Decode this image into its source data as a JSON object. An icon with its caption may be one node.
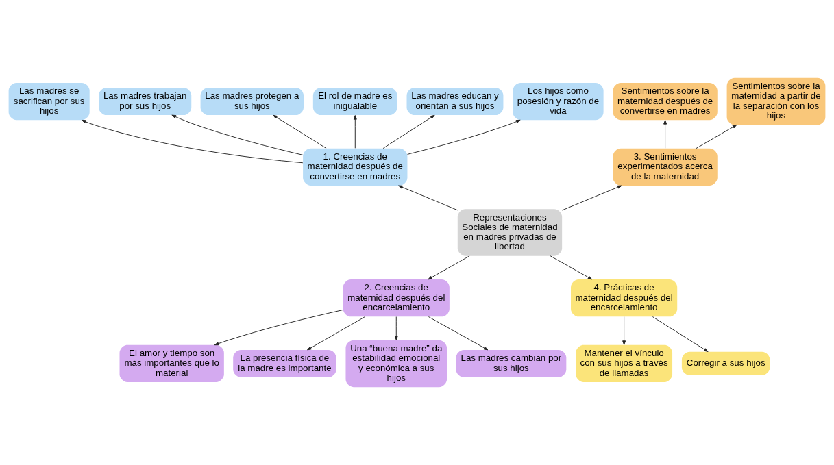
{
  "diagram": {
    "nodes": [
      {
        "text": [
          "Representaciones Sociales de maternidad en madres privadas de libertad"
        ]
      },
      {
        "text": [
          "1. Creencias de maternidad después de convertirse en madres"
        ]
      },
      {
        "text": [
          "Las madres se sacrifican por sus hijos"
        ]
      },
      {
        "text": [
          "Las madres trabajan por sus hijos"
        ]
      },
      {
        "text": [
          "Las madres protegen a sus hijos"
        ]
      },
      {
        "text": [
          "El rol de madre es inigualable"
        ]
      },
      {
        "text": [
          "Las madres educan y orientan a sus hijos"
        ]
      },
      {
        "text": [
          "Los hijos como posesión y razón de vida"
        ]
      },
      {
        "text": [
          "3. Sentimientos experimentados acerca de la maternidad"
        ]
      },
      {
        "text": [
          "Sentimientos sobre la maternidad después de convertirse en madres"
        ]
      },
      {
        "text": [
          "Sentimientos sobre la maternidad a partir de la separación con los hijos"
        ]
      },
      {
        "text": [
          "2. Creencias de maternidad después del encarcelamiento"
        ]
      },
      {
        "text": [
          "El amor y tiempo son más importantes que lo material"
        ]
      },
      {
        "text": [
          "La presencia física de la madre es importante"
        ]
      },
      {
        "text": [
          "Una “buena madre” da estabilidad emocional y económica a sus hijos"
        ]
      },
      {
        "text": [
          "Las madres cambian por sus hijos"
        ]
      },
      {
        "text": [
          "4. Prácticas de maternidad después del encarcelamiento"
        ]
      },
      {
        "text": [
          "Mantener el vínculo con sus hijos a través de llamadas"
        ]
      },
      {
        "text": [
          "Corregir a sus hijos"
        ]
      }
    ],
    "edges": [
      {
        "from": 0,
        "to": 1,
        "arrow": "to"
      },
      {
        "from": 0,
        "to": 8,
        "arrow": "to"
      },
      {
        "from": 0,
        "to": 11,
        "arrow": "to"
      },
      {
        "from": 0,
        "to": 16,
        "arrow": "to"
      },
      {
        "from": 1,
        "to": 2,
        "arrow": "to"
      },
      {
        "from": 1,
        "to": 3,
        "arrow": "to"
      },
      {
        "from": 1,
        "to": 4,
        "arrow": "to"
      },
      {
        "from": 1,
        "to": 5,
        "arrow": "to"
      },
      {
        "from": 1,
        "to": 6,
        "arrow": "to"
      },
      {
        "from": 1,
        "to": 7,
        "arrow": "to"
      },
      {
        "from": 8,
        "to": 9,
        "arrow": "to"
      },
      {
        "from": 8,
        "to": 10,
        "arrow": "to"
      },
      {
        "from": 11,
        "to": 12,
        "arrow": "to"
      },
      {
        "from": 11,
        "to": 13,
        "arrow": "to"
      },
      {
        "from": 11,
        "to": 14,
        "arrow": "to"
      },
      {
        "from": 11,
        "to": 15,
        "arrow": "to"
      },
      {
        "from": 16,
        "to": 17,
        "arrow": "to"
      },
      {
        "from": 16,
        "to": 18,
        "arrow": "to"
      }
    ]
  }
}
